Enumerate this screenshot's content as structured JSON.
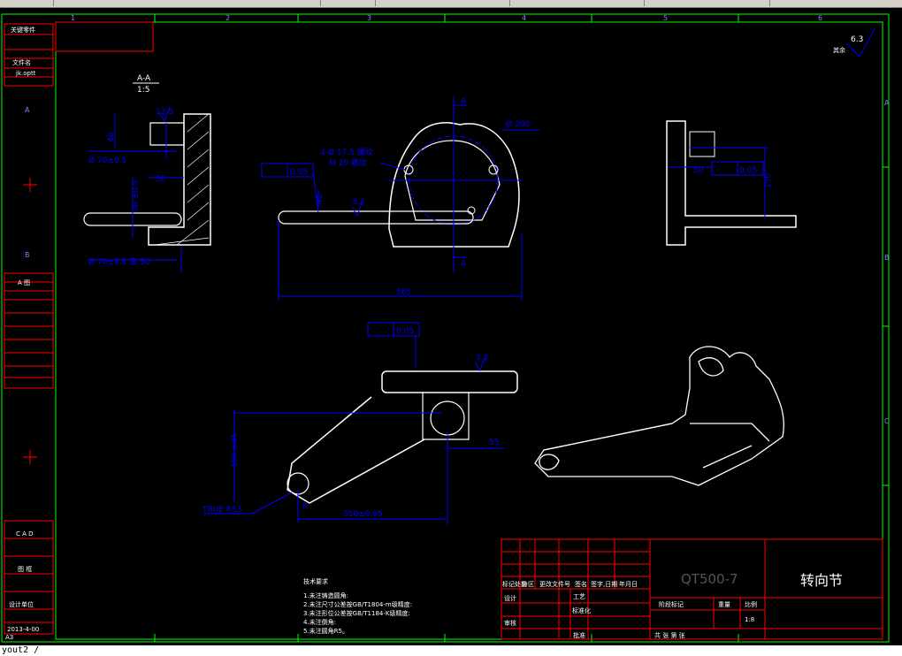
{
  "colors": {
    "background": "#000000",
    "frame": "#00ff00",
    "table": "#ff0000",
    "dimension": "#0000ff",
    "geometry": "#ffffff",
    "text": "#ffffff",
    "grid_label": "#8080ff"
  },
  "command_line": {
    "text": "yout2 /"
  },
  "column_labels": [
    "1",
    "2",
    "3",
    "4",
    "5",
    "6"
  ],
  "row_labels": [
    "A",
    "B",
    "C"
  ],
  "left_strip": {
    "top_box_1": "关键零件",
    "top_box_2": "文件名",
    "top_box_3": "jk.optt",
    "mid_label": "A 图",
    "lower_label_1": "C A D",
    "lower_label_2": "图 框",
    "lower_label_3": "设计单位",
    "date": "2013-4-00",
    "bottom_code": "A3"
  },
  "section_view": {
    "title": "A-A",
    "scale": "1:5",
    "dim_diameter_1": "Ø 70±0.5",
    "dim_diameter_2": "Ø 70±0.5 宽 50",
    "dim_width": "50",
    "dim_vertical_1": "40",
    "dim_vertical_2": "30 ±0.5",
    "roughness": "12.5"
  },
  "front_view": {
    "section_mark_top": "A",
    "section_mark_bottom": "A",
    "dim_diameter": "Ø 200",
    "hole_callout_1": "4-Ø 17.5 螺纹",
    "hole_callout_2": "M 20 螺纹",
    "flatness_tolerance": "0.05",
    "dim_height": "40",
    "roughness": "3.2",
    "dim_length": "565"
  },
  "side_view": {
    "dim_width": "50",
    "flatness_tolerance": "0.05",
    "dim_vertical": "150"
  },
  "top_view": {
    "flatness_tolerance": "0.05",
    "roughness": "3.2",
    "dim_vertical": "150 ±05",
    "dim_offset": "55",
    "dim_length": "350±0.05",
    "true_callout": "TRUE R53",
    "dim_radius": "R"
  },
  "roughness_corner": {
    "value": "6.3",
    "label": "其余"
  },
  "tech_requirements": {
    "title": "技术要求",
    "lines": [
      "1.未注铸造圆角:",
      "2.未注尺寸公差按GB/T1804-m级精度:",
      "3.未注形位公差按GB/T1184-K级精度:",
      "4.未注倒角:",
      "5.未注圆角R5。"
    ]
  },
  "title_block": {
    "material": "QT500-7",
    "part_name": "转向节",
    "row_labels": [
      "标记处数",
      "设计",
      "审核",
      "工艺",
      "标准化",
      "批准"
    ],
    "col_labels": [
      "分区",
      "更改文件号",
      "签名",
      "年月日"
    ],
    "mid_labels": [
      "阶段标记",
      "重量",
      "比例"
    ],
    "scale_value": "1:8",
    "sheet_info": "共 张 第 张",
    "extra_label": "签字,日期"
  }
}
